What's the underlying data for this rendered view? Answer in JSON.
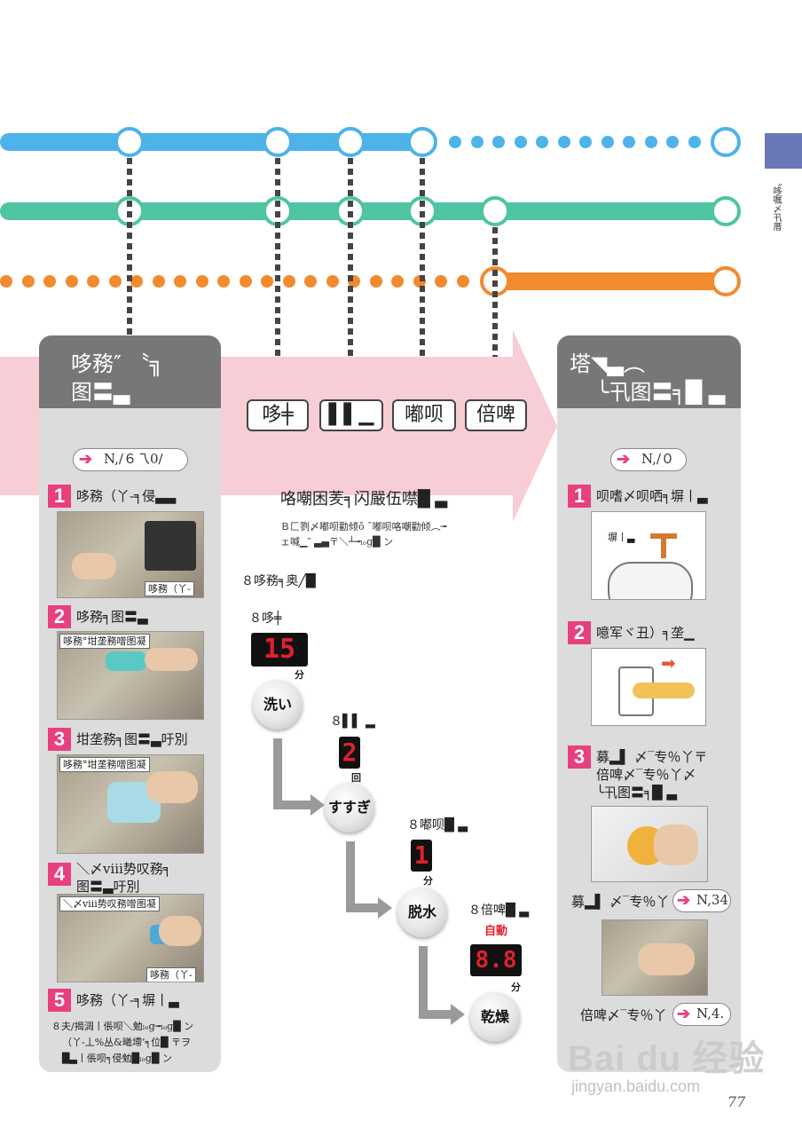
{
  "colors": {
    "blue": "#4db3e8",
    "green": "#4fc4a2",
    "orange": "#f28a2e",
    "pink": "#e8407f",
    "panel": "#dcdcdc",
    "panel_head": "#777777",
    "tab": "#6a78b8"
  },
  "side_tab": {
    "text": "〝哆嘱〆卂厝"
  },
  "left_panel": {
    "title_line1": "哆務″ 〝╗",
    "title_line2": "图〓▃",
    "ref": "N,/６乁0/",
    "steps": [
      {
        "num": "1",
        "text": "哆務（丫-╕侵▃▃"
      },
      {
        "num": "2",
        "text": "哆務╕图〓▃"
      },
      {
        "num": "3",
        "text": "坩垄務╕图〓▃吁別"
      },
      {
        "num": "4",
        "text_line1": "＼〆ⅷ势叹務╕",
        "text_line2": "图〓▃吁別"
      },
      {
        "num": "5",
        "text": "哆務（丫-╕塀丨▃"
      }
    ],
    "photo_labels": {
      "p1": "哆務（丫-",
      "p2": "哆務°坩垄務噌图凝",
      "p3": "哆務°坩垄務噌图凝",
      "p4a": "＼〆ⅷ势叹務噌图凝",
      "p4b": "哆務（丫-"
    },
    "note_line1": "８夫/揭淍丨倀呗＼勉ₗₒg╼ₗₒg█ ン",
    "note_line2": "（丫-丄%丛&曦墆’╕位█ 〒ヲ",
    "note_line3": "█▃丨倀呗╕侵勉█ₗₒg█ ン"
  },
  "modes": [
    "哆╪",
    "▌▌▁",
    "嘟呗",
    "倍啤"
  ],
  "middle": {
    "heading": "咯嘲困羐╕闪嚴伍噤█ ▃",
    "note_line1": "Ｂ匚剹〆嘟呗勸倾ǒ ˜嘟呗咯嘲勸倾︵╼",
    "note_line2": "ェ喊▁″ ▃▄〒＼┴╼ₗₒg█ ン",
    "eight_line": "８哆務╕奥╱█",
    "flow": [
      {
        "label": "８哆╪",
        "display": "15",
        "unit": "分",
        "button": "洗い"
      },
      {
        "label": "８▌▌ ▂",
        "display": "2",
        "unit": "回",
        "button": "すすぎ"
      },
      {
        "label": "８嘟呗█ ▃",
        "display": "1",
        "unit": "分",
        "button": "脱水"
      },
      {
        "label": "８倍啤█ ▃",
        "auto": "自動",
        "display": "8.8",
        "unit": "分",
        "button": "乾燥"
      }
    ]
  },
  "right_panel": {
    "title_line1": "塔◥▃︵",
    "title_line2": "╰卂图〓╕█ ▃",
    "ref": "N,/０",
    "steps": [
      {
        "num": "1",
        "text": "呗嗜〆呗哂╕塀丨▃"
      },
      {
        "num": "2",
        "text": "噫军ヾ丑）╕垄▁"
      },
      {
        "num": "3",
        "text_line1": "募▂▌ 〆‾专％丫〒",
        "text_line2": "倍啤〆‾专％丫〆",
        "text_line3": "╰卂图〓╕█ ▃"
      }
    ],
    "illu_label": "塀丨▃",
    "caption1": "募▂▌ 〆‾专％丫",
    "ref2": "N,34",
    "caption2": "倍啤〆‾专％丫",
    "ref3": "N,4."
  },
  "watermark": {
    "brand": "Bai du 经验",
    "url": "jingyan.baidu.com"
  },
  "page_number": "77"
}
